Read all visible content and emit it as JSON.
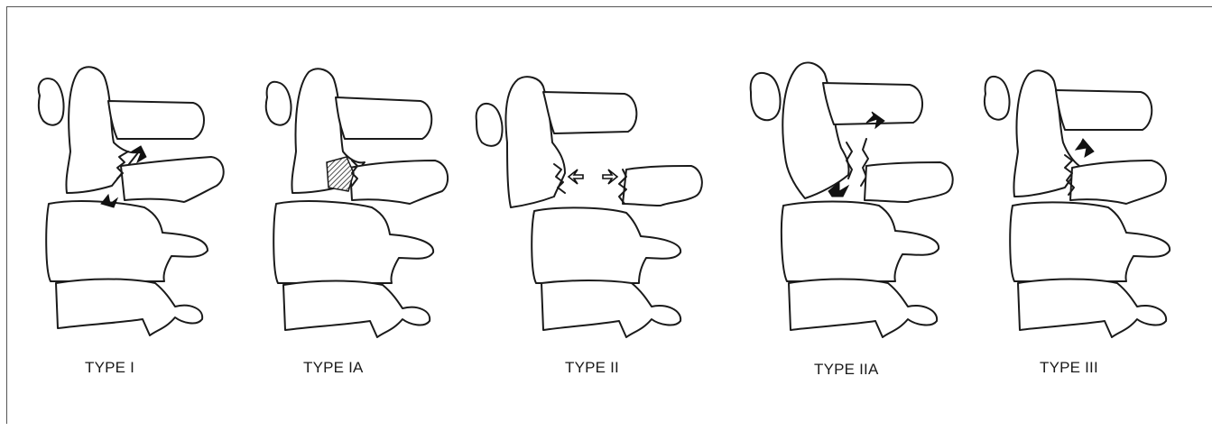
{
  "figure": {
    "panels": [
      {
        "id": "type-1",
        "label": "TYPE I"
      },
      {
        "id": "type-1a",
        "label": "TYPE IA"
      },
      {
        "id": "type-2",
        "label": "TYPE II"
      },
      {
        "id": "type-2a",
        "label": "TYPE IIA"
      },
      {
        "id": "type-3",
        "label": "TYPE III"
      }
    ]
  }
}
